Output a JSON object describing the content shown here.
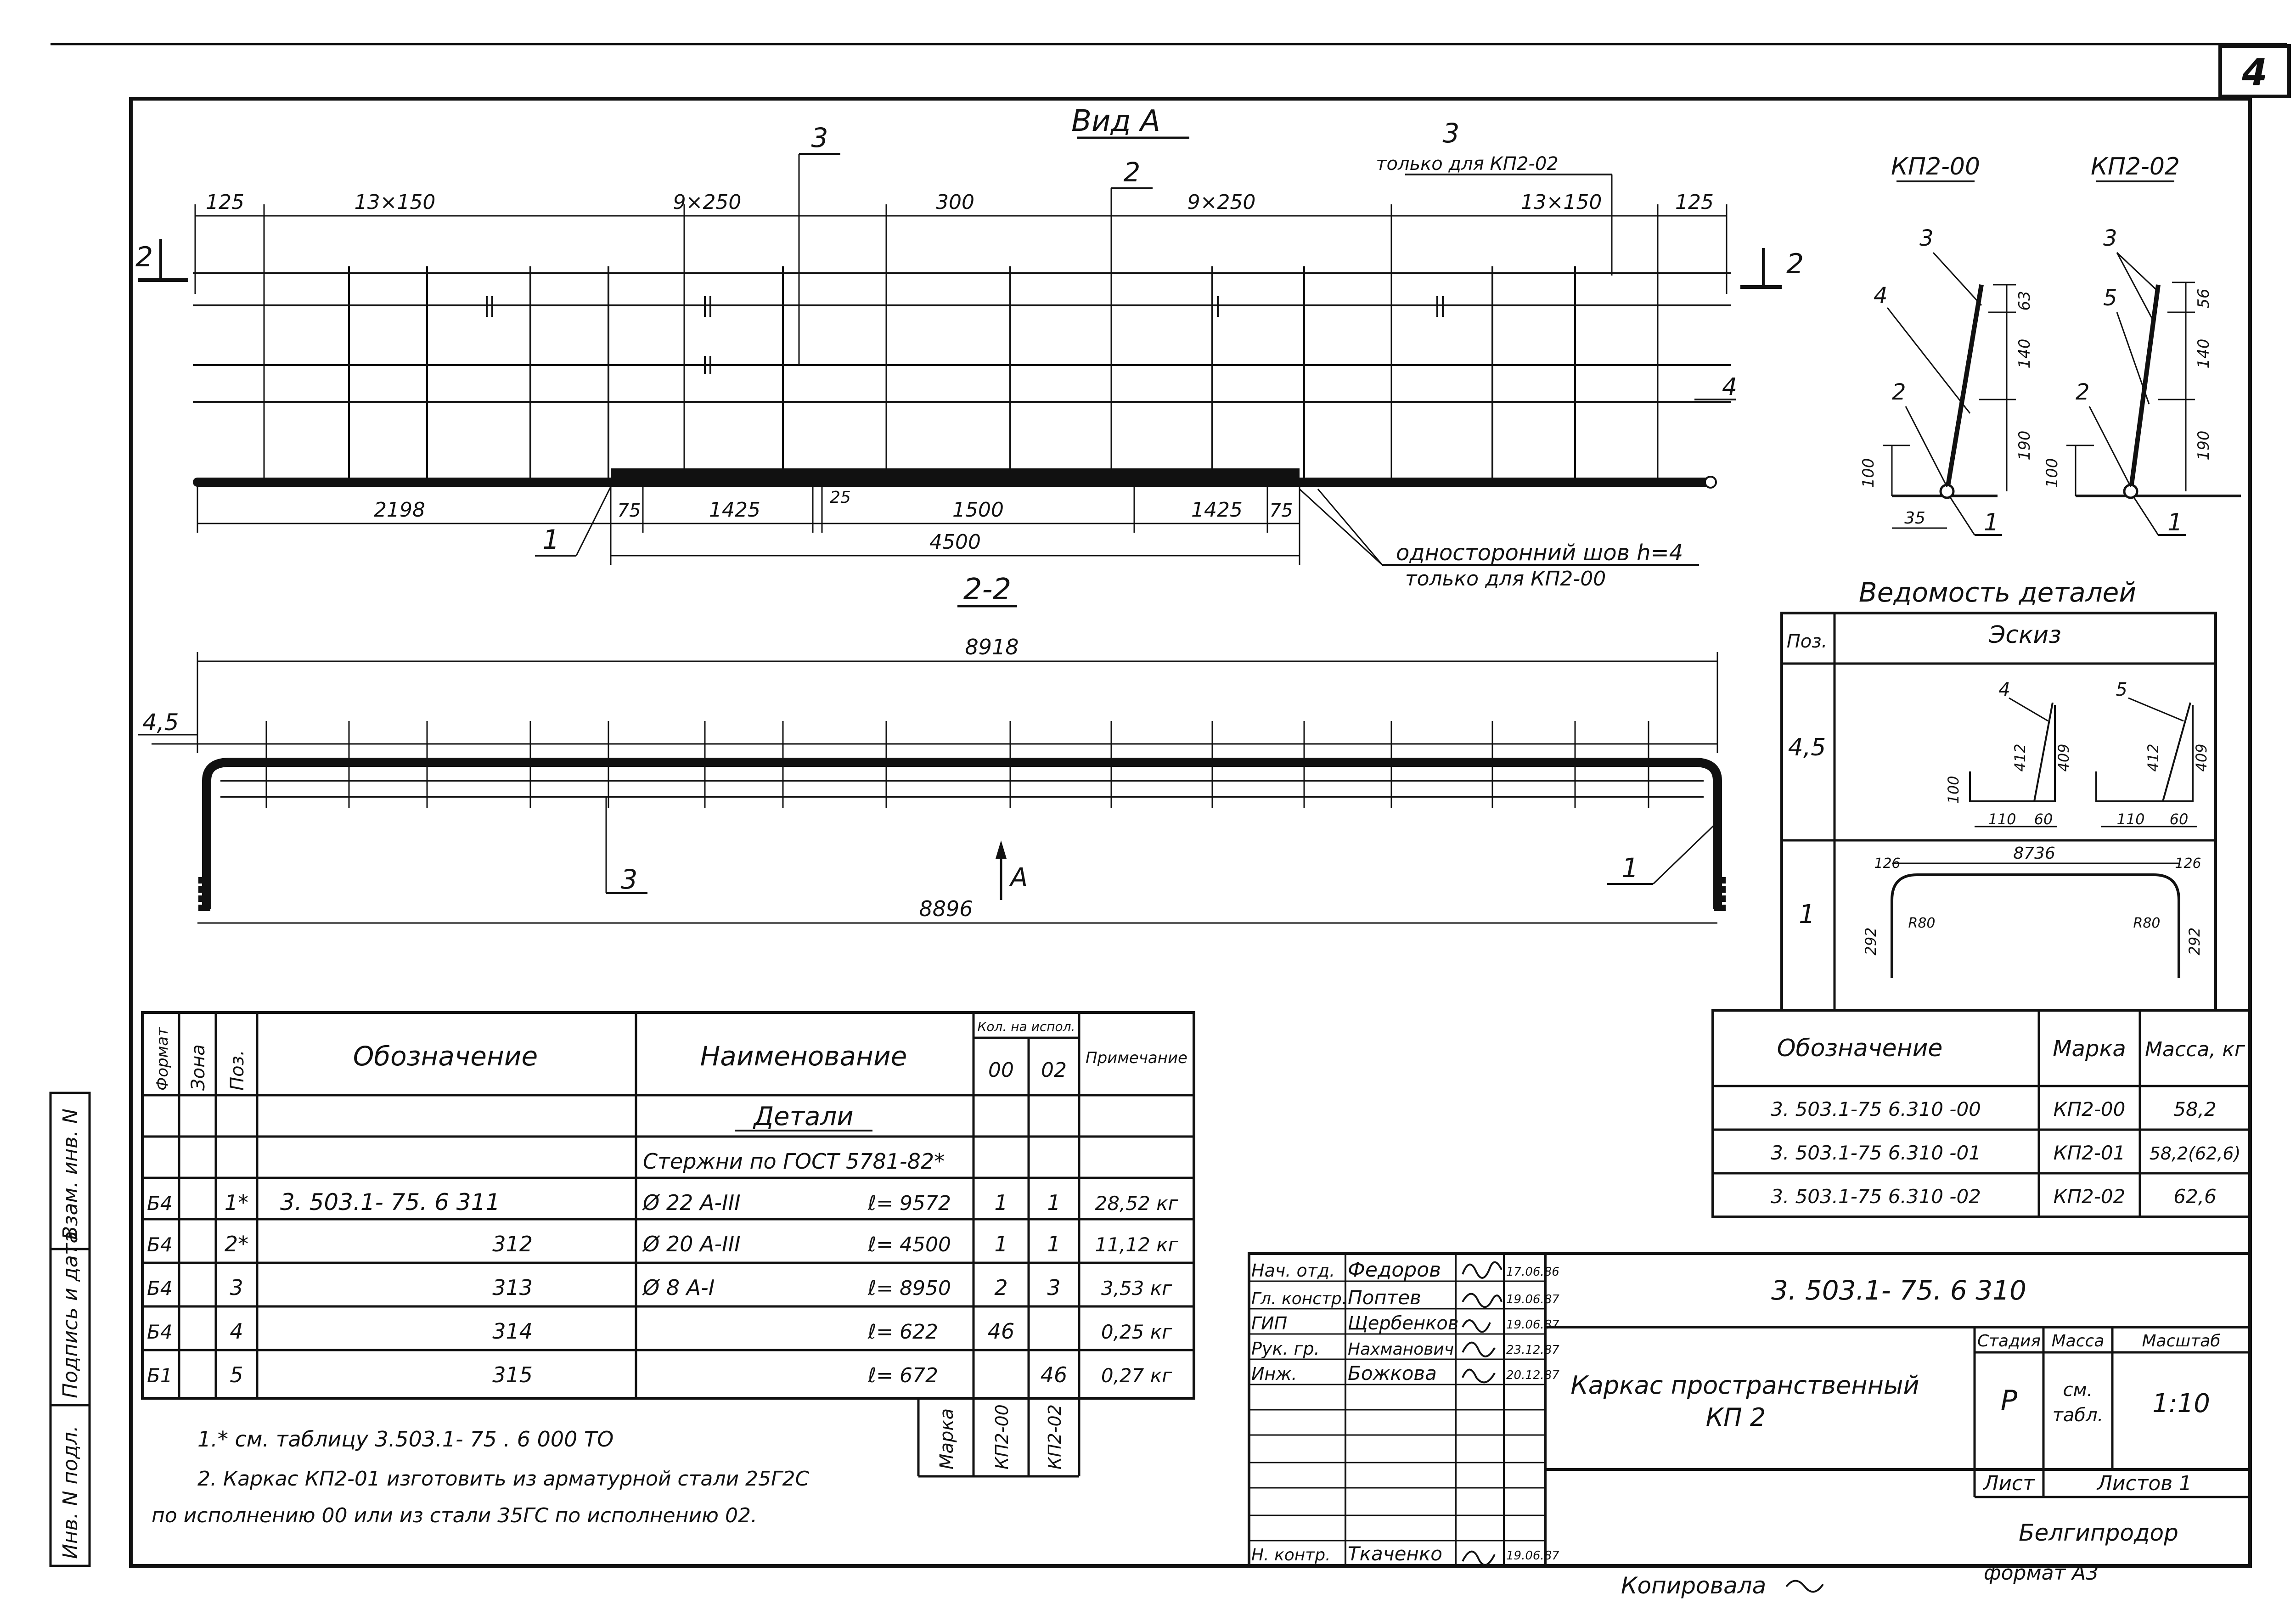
{
  "sheet_number": "4",
  "view_a": {
    "title": "Вид А",
    "dims_top": [
      "125",
      "13×150",
      "9×250",
      "300",
      "9×250",
      "13×150",
      "125"
    ],
    "callout_3_left": "3",
    "callout_2": "2",
    "callout_3_right": "3",
    "note_only_kp202": "только для КП2-02",
    "section_mark": "2",
    "label_4": "4",
    "dims_bottom": [
      "2198",
      "75",
      "1425",
      "25",
      "1500",
      "1425",
      "75"
    ],
    "dim_4500": "4500",
    "callout_1": "1",
    "weld_note_1": "односторонний шов h=4",
    "weld_note_2": "только для КП2-00"
  },
  "section_2_2": {
    "title": "2-2",
    "dim_overall_top": "8918",
    "label_45": "4,5",
    "callout_3": "3",
    "callout_1": "1",
    "arrow_label": "А",
    "dim_overall_bottom": "8896"
  },
  "sections_kp": [
    {
      "title": "КП2-00",
      "pos_top": "3",
      "pos_mid": "4",
      "pos_low": "2",
      "pos_base": "1",
      "dims": [
        "63",
        "140",
        "190",
        "100",
        "35"
      ]
    },
    {
      "title": "КП2-02",
      "pos_top": "3",
      "pos_mid": "5",
      "pos_low": "2",
      "pos_base": "1",
      "dims": [
        "56",
        "140",
        "190",
        "100"
      ]
    }
  ],
  "details_table": {
    "title": "Ведомость деталей",
    "headers": [
      "Поз.",
      "Эскиз"
    ],
    "rows": [
      {
        "pos": "4,5",
        "sketch_labels": [
          "4",
          "5",
          "412",
          "409",
          "100",
          "110",
          "60",
          "412",
          "409",
          "110",
          "60"
        ]
      },
      {
        "pos": "1",
        "sketch_labels": [
          "8736",
          "126",
          "126",
          "292",
          "R80",
          "R80",
          "292"
        ]
      }
    ]
  },
  "marks_table": {
    "headers": [
      "Обозначение",
      "Марка",
      "Масса, кг"
    ],
    "rows": [
      {
        "designation": "3. 503.1-75  6.310  -00",
        "mark": "КП2-00",
        "mass": "58,2"
      },
      {
        "designation": "3. 503.1-75  6.310  -01",
        "mark": "КП2-01",
        "mass": "58,2(62,6)"
      },
      {
        "designation": "3. 503.1-75  6.310  -02",
        "mark": "КП2-02",
        "mass": "62,6"
      }
    ]
  },
  "spec_table": {
    "headers": {
      "format": "Формат",
      "zone": "Зона",
      "pos": "Поз.",
      "designation": "Обозначение",
      "name": "Наименование",
      "qty": "Кол. на испол.",
      "qty_00": "00",
      "qty_02": "02",
      "note": "Примечание"
    },
    "section_title": "Детали",
    "subtitle": "Стержни по  ГОСТ 5781-82*",
    "rows": [
      {
        "format": "Б4",
        "pos": "1*",
        "designation": "3. 503.1-  75. 6  311",
        "name": "Ø 22 А-III",
        "length": "ℓ= 9572",
        "q00": "1",
        "q02": "1",
        "note": "28,52 кг"
      },
      {
        "format": "Б4",
        "pos": "2*",
        "designation": "312",
        "name": "Ø 20 А-III",
        "length": "ℓ= 4500",
        "q00": "1",
        "q02": "1",
        "note": "11,12 кг"
      },
      {
        "format": "Б4",
        "pos": "3",
        "designation": "313",
        "name": "Ø 8 А-I",
        "length": "ℓ= 8950",
        "q00": "2",
        "q02": "3",
        "note": "3,53 кг"
      },
      {
        "format": "Б4",
        "pos": "4",
        "designation": "314",
        "name": "",
        "length": "ℓ= 622",
        "q00": "46",
        "q02": "",
        "note": "0,25 кг"
      },
      {
        "format": "Б1",
        "pos": "5",
        "designation": "315",
        "name": "",
        "length": "ℓ= 672",
        "q00": "",
        "q02": "46",
        "note": "0,27 кг"
      }
    ],
    "footer": {
      "mark": "Марка",
      "kp00": "КП2-00",
      "kp02": "КП2-02"
    }
  },
  "notes": [
    "1.* см. таблицу 3.503.1- 75 . 6  000 ТО",
    "2. Каркас КП2-01  изготовить из арматурной стали 25Г2С",
    "по исполнению 00 или из стали  35ГС по исполнению 02."
  ],
  "side_stamp": [
    "Взам. инв. N",
    "Подпись и дата",
    "Инв. N подл."
  ],
  "title_block": {
    "roles": [
      "Нач. отд.",
      "Гл. констр.",
      "ГИП",
      "Рук. гр.",
      "Инж."
    ],
    "names": [
      "Федоров",
      "Поптев",
      "Щербенков",
      "Нахманович",
      "Божкова"
    ],
    "dates": [
      "17.06.86",
      "19.06.87",
      "19.06.87",
      "23.12.87",
      "20.12.87"
    ],
    "control_role": "Н. контр.",
    "control_name": "Ткаченко",
    "control_date": "19.06.87",
    "code": "3. 503.1-  75. 6  310",
    "object_name_1": "Каркас пространственный",
    "object_name_2": "КП 2",
    "stage_h": "Стадия",
    "mass_h": "Масса",
    "scale_h": "Масштаб",
    "stage": "Р",
    "mass_1": "см.",
    "mass_2": "табл.",
    "scale": "1:10",
    "sheet_h": "Лист",
    "sheets_h": "Листов 1",
    "org": "Белгипродор"
  },
  "bottom": {
    "copied": "Копировала",
    "format": "формат А3"
  }
}
